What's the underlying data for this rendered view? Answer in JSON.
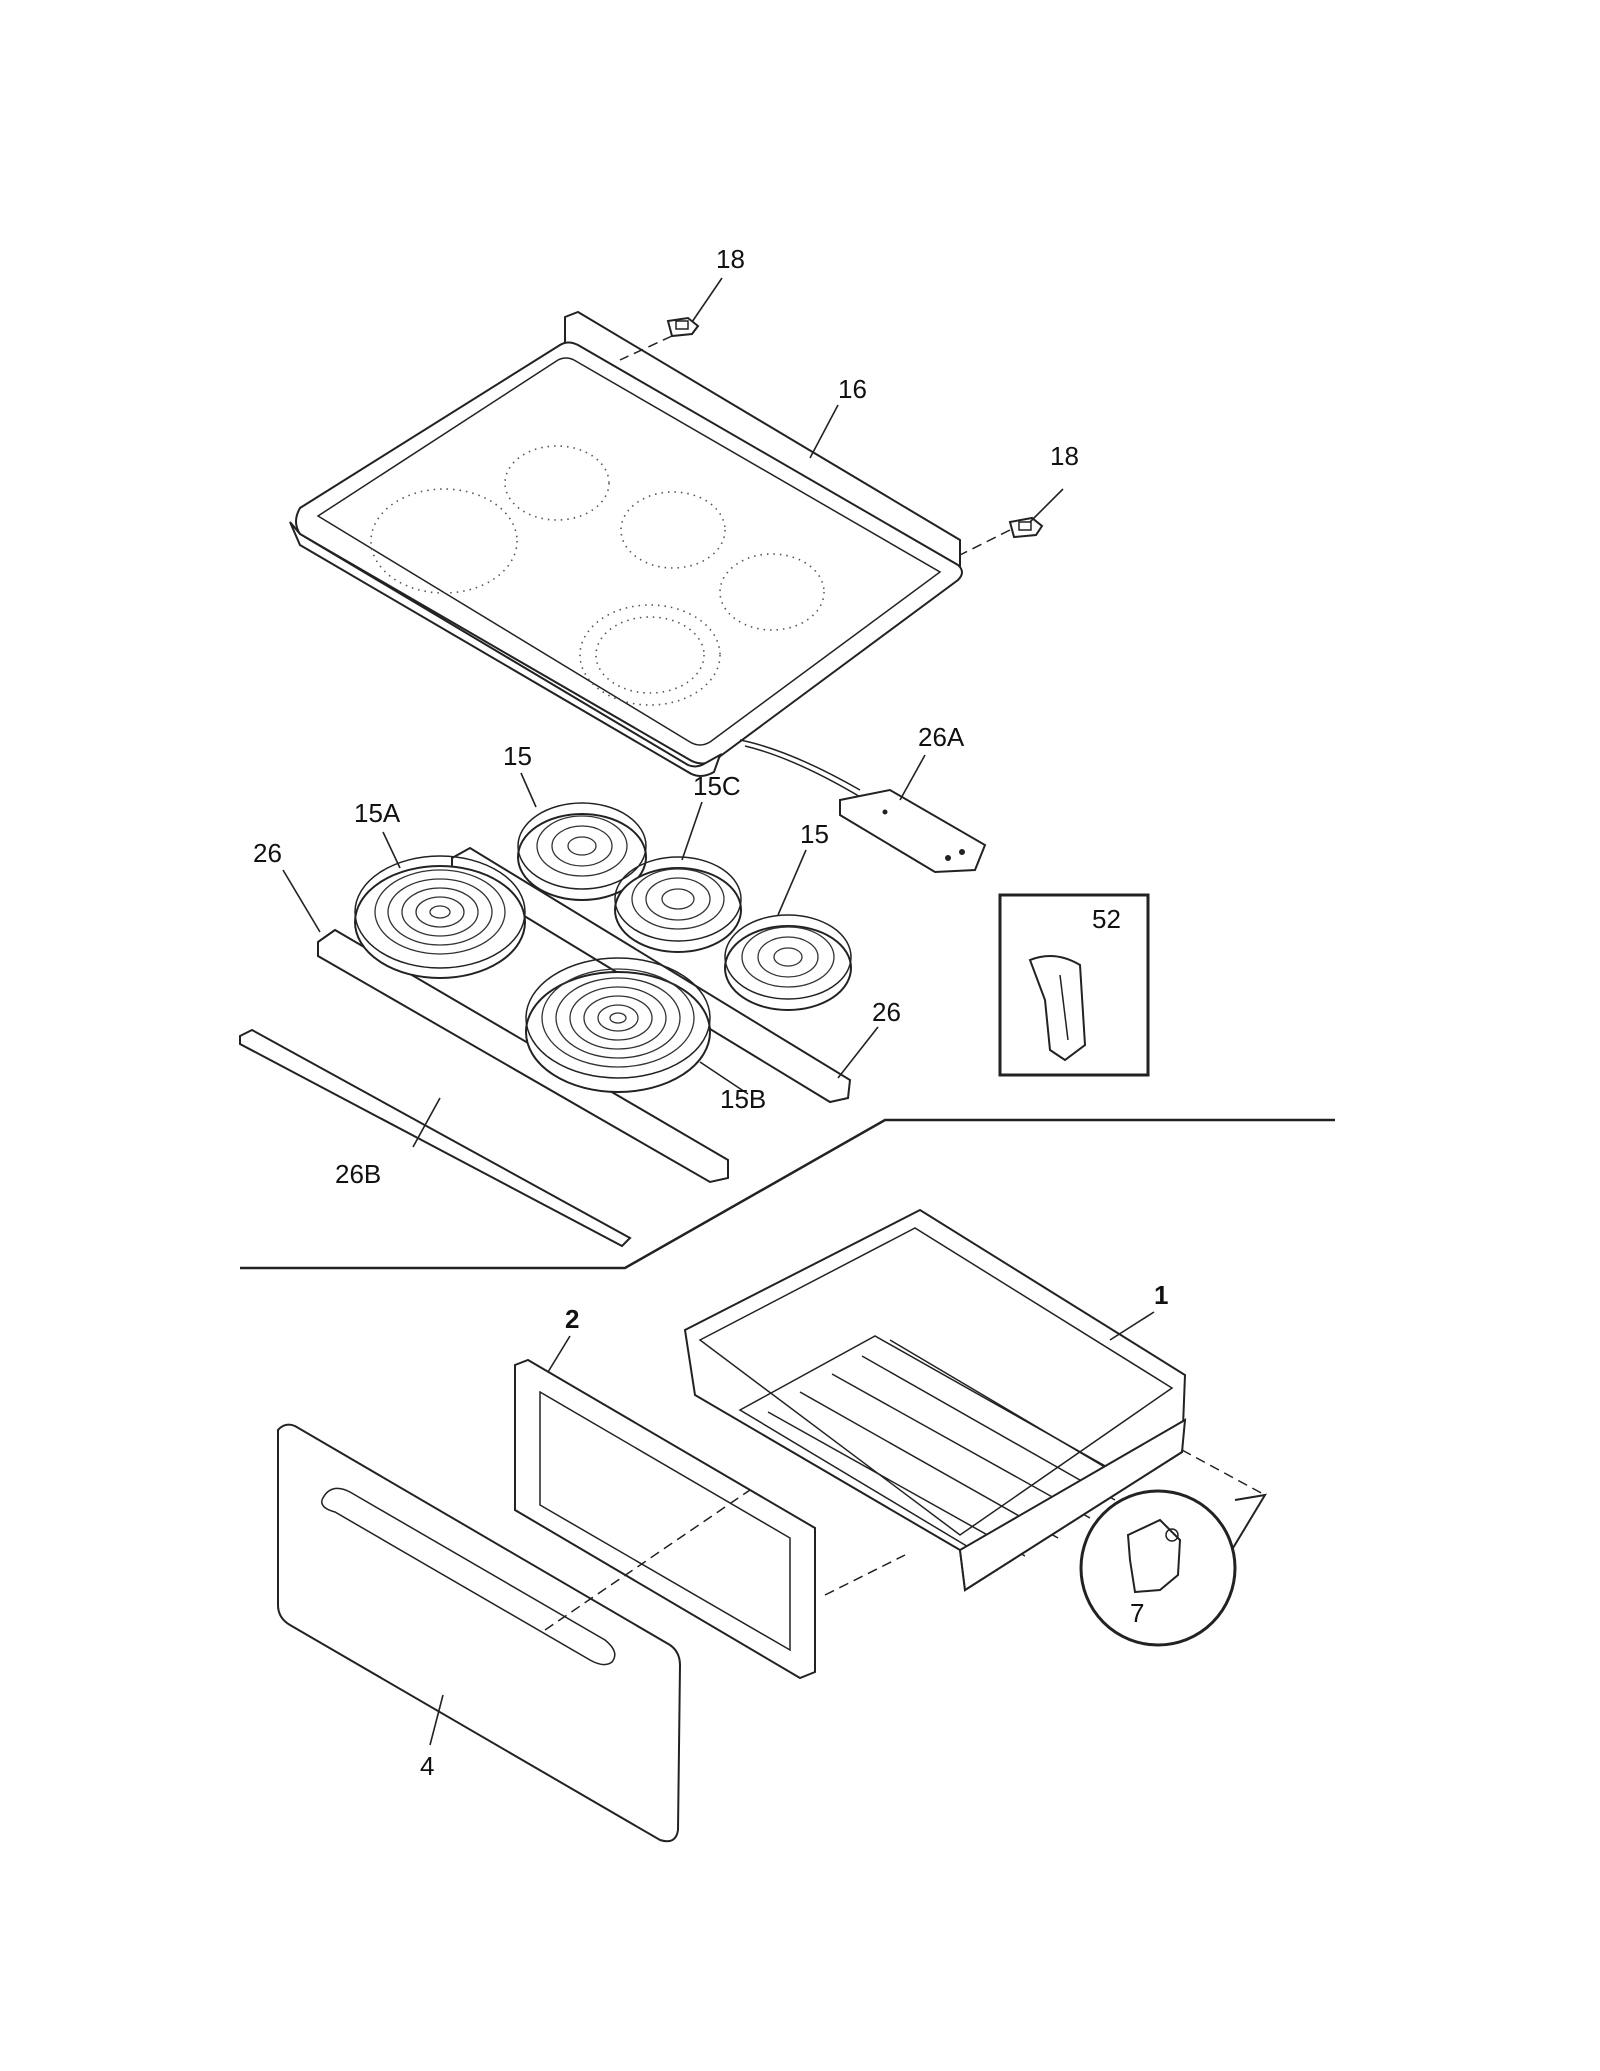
{
  "diagram": {
    "callouts": [
      {
        "id": "18-top",
        "text": "18",
        "bold": false
      },
      {
        "id": "16",
        "text": "16",
        "bold": false
      },
      {
        "id": "18-right",
        "text": "18",
        "bold": false
      },
      {
        "id": "26A",
        "text": "26A",
        "bold": false
      },
      {
        "id": "15-left",
        "text": "15",
        "bold": false
      },
      {
        "id": "15C",
        "text": "15C",
        "bold": false
      },
      {
        "id": "15A",
        "text": "15A",
        "bold": false
      },
      {
        "id": "15-right",
        "text": "15",
        "bold": false
      },
      {
        "id": "26-left",
        "text": "26",
        "bold": false
      },
      {
        "id": "52",
        "text": "52",
        "bold": false
      },
      {
        "id": "26-right",
        "text": "26",
        "bold": false
      },
      {
        "id": "15B",
        "text": "15B",
        "bold": false
      },
      {
        "id": "26B",
        "text": "26B",
        "bold": false
      },
      {
        "id": "1",
        "text": "1",
        "bold": true
      },
      {
        "id": "2",
        "text": "2",
        "bold": true
      },
      {
        "id": "7",
        "text": "7",
        "bold": false
      },
      {
        "id": "4",
        "text": "4",
        "bold": false
      }
    ]
  }
}
